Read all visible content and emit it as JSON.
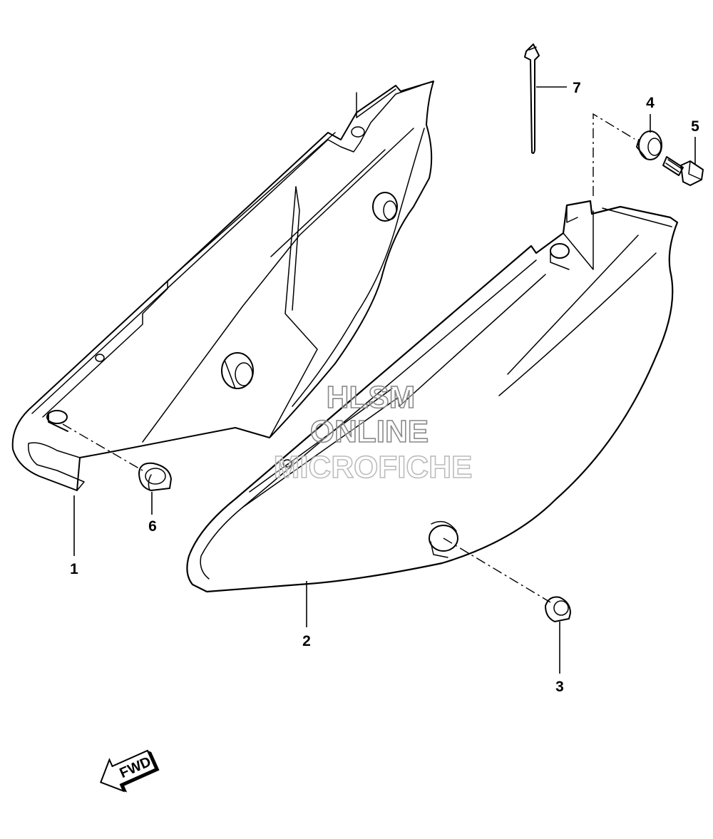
{
  "callouts": [
    {
      "id": "1",
      "label": "1"
    },
    {
      "id": "2",
      "label": "2"
    },
    {
      "id": "3",
      "label": "3"
    },
    {
      "id": "4",
      "label": "4"
    },
    {
      "id": "5",
      "label": "5"
    },
    {
      "id": "6",
      "label": "6"
    },
    {
      "id": "7",
      "label": "7"
    }
  ],
  "watermark": {
    "line1": "HLSM",
    "line2": "ONLINE",
    "line3": "MICROFICHE"
  },
  "direction_arrow": {
    "label": "FWD"
  },
  "colors": {
    "line": "#000000",
    "background": "#ffffff",
    "watermark": "#8a8a8a"
  }
}
